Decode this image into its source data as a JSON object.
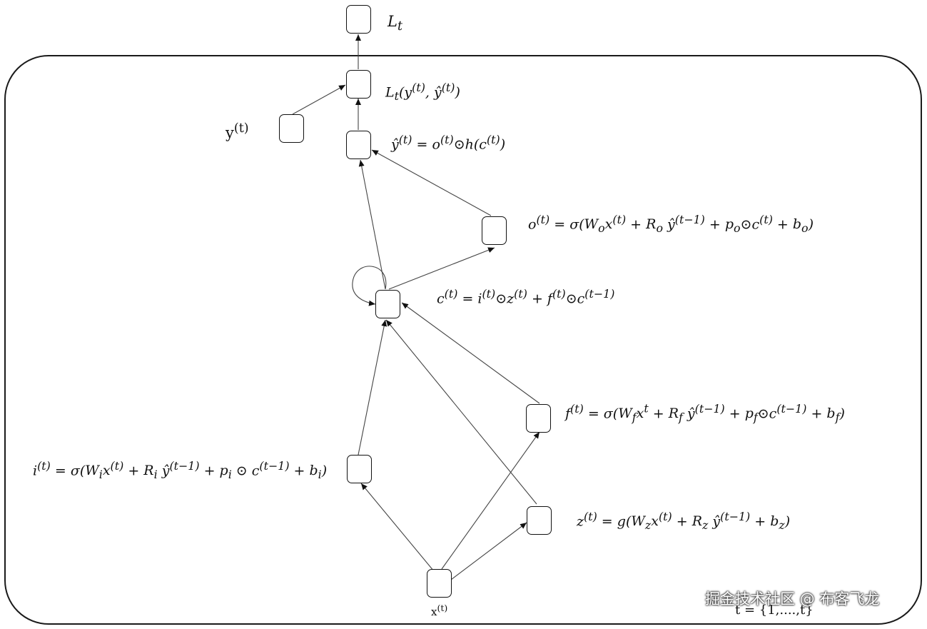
{
  "nodes": {
    "Lt_top": "L_t",
    "loss": "L_t(y^(t), ŷ^(t))",
    "y_target": "y^(t)",
    "y_hat": "ŷ^(t) = o^(t)⊙h(c^(t))",
    "output_gate": "o^(t) = σ(W_o x^(t) + R_o ŷ^(t−1) + p_o⊙c^(t) + b_o)",
    "cell": "c^(t) = i^(t)⊙z^(t) + f^(t)⊙c^(t−1)",
    "forget_gate": "f^(t) = σ(W_f x^t + R_f ŷ^(t−1) + p_f⊙c^(t−1) + b_f)",
    "input_gate": "i^(t) = σ(W_i x^(t) + R_i ŷ^(t−1) + p_i ⊙ c^(t−1) + b_i)",
    "block_input": "z^(t) = g(W_z x^(t) + R_z  ŷ^(t−1) + b_z)",
    "x_input": "x^(t)"
  },
  "labels": {
    "Lt_html": "<i>L</i><sub><i>t</i></sub>",
    "loss_html": "<i>L</i><sub><i>t</i></sub>(y<sup>(t)</sup>, <i>ŷ</i><sup>(<i>t</i>)</sup>)",
    "y_target_html": "y<sup>(t)</sup>",
    "y_hat_html": "<i>ŷ</i><sup>(<i>t</i>)</sup> = <i>o</i><sup>(<i>t</i>)</sup>⊙<i>h</i>(<i>c</i><sup>(<i>t</i>)</sup>)",
    "output_gate_html": "<i>o</i><sup>(<i>t</i>)</sup> = <i>σ</i>(<i>W<sub>o</sub>x</i><sup>(<i>t</i>)</sup> + <i>R<sub>o</sub></i> <i>ŷ</i><sup>(<i>t</i>−1)</sup> + <i>p<sub>o</sub></i>⊙<i>c</i><sup>(<i>t</i>)</sup> + <i>b<sub>o</sub></i>)",
    "cell_html": "<i>c</i><sup>(<i>t</i>)</sup> = <i>i</i><sup>(<i>t</i>)</sup>⊙<i>z</i><sup>(<i>t</i>)</sup> + <i>f</i><sup>(<i>t</i>)</sup>⊙<i>c</i><sup>(<i>t</i>−1)</sup>",
    "forget_gate_html": "<i>f</i><sup>(<i>t</i>)</sup> = <i>σ</i>(<i>W<sub>f</sub>x<sup>t</sup></i> + <i>R<sub>f</sub></i> <i>ŷ</i><sup>(<i>t</i>−1)</sup> + <i>p<sub>f</sub></i>⊙<i>c</i><sup>(<i>t</i>−1)</sup> + <i>b<sub>f</sub></i>)",
    "input_gate_html": "<i>i</i><sup>(<i>t</i>)</sup> = <i>σ</i>(<i>W<sub>i</sub>x</i><sup>(<i>t</i>)</sup> + <i>R<sub>i</sub></i> <i>ŷ</i><sup>(<i>t</i>−1)</sup> + <i>p<sub>i</sub></i> ⊙ <i>c</i><sup>(<i>t</i>−1)</sup> + <i>b<sub>i</sub></i>)",
    "block_input_html": "<i>z</i><sup>(<i>t</i>)</sup> = <i>g</i>(<i>W<sub>z</sub>x</i><sup>(<i>t</i>)</sup> + <i>R<sub>z</sub></i>  <i>ŷ</i><sup>(<i>t</i>−1)</sup> + <i>b<sub>z</sub></i>)",
    "x_input_html": "x<sup>(t)</sup>",
    "bottom_label": "t = {1,....,t}",
    "watermark": "掘金技术社区 @ 布客飞龙"
  },
  "edges": [
    {
      "from": "loss",
      "to": "Lt_top"
    },
    {
      "from": "y_target",
      "to": "loss"
    },
    {
      "from": "y_hat",
      "to": "loss"
    },
    {
      "from": "output_gate",
      "to": "y_hat"
    },
    {
      "from": "cell",
      "to": "y_hat"
    },
    {
      "from": "cell",
      "to": "output_gate"
    },
    {
      "from": "cell",
      "to": "cell",
      "type": "self-loop"
    },
    {
      "from": "input_gate",
      "to": "cell"
    },
    {
      "from": "block_input",
      "to": "cell"
    },
    {
      "from": "forget_gate",
      "to": "cell"
    },
    {
      "from": "x_input",
      "to": "input_gate"
    },
    {
      "from": "x_input",
      "to": "block_input"
    },
    {
      "from": "x_input",
      "to": "forget_gate"
    }
  ],
  "colors": {
    "stroke": "#111111",
    "edge": "#444444",
    "background": "#ffffff"
  }
}
